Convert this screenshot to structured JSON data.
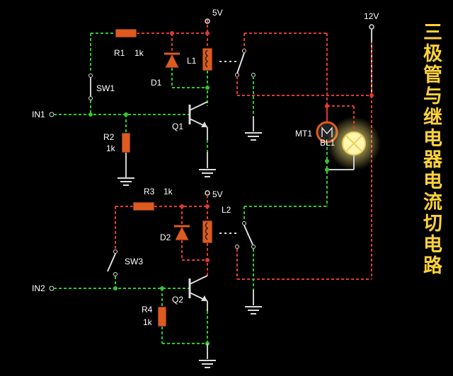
{
  "title_chars": [
    "三",
    "极",
    "管",
    "与",
    "继",
    "电",
    "器",
    "电",
    "流",
    "切",
    "电",
    "路"
  ],
  "supplies": {
    "v5_top": "5V",
    "v5_bottom": "5V",
    "v12": "12V"
  },
  "inputs": {
    "in1": "IN1",
    "in2": "IN2"
  },
  "components": {
    "r1": "R1",
    "r1_val": "1k",
    "r2": "R2",
    "r2_val": "1k",
    "r3": "R3",
    "r3_val": "1k",
    "r4": "R4",
    "r4_val": "1k",
    "sw1": "SW1",
    "sw3": "SW3",
    "d1": "D1",
    "d2": "D2",
    "l1": "L1",
    "l2": "L2",
    "q1": "Q1",
    "q2": "Q2",
    "mt1": "MT1",
    "bl1": "BL1"
  },
  "colors": {
    "background": "#000000",
    "wire_live": "#e03a2e",
    "wire_ground_side": "#2fc82f",
    "wire_idle": "#c8c8c8",
    "component": "#e05a20",
    "title": "#ffd23a",
    "lamp_glow": "#fff6a0"
  }
}
